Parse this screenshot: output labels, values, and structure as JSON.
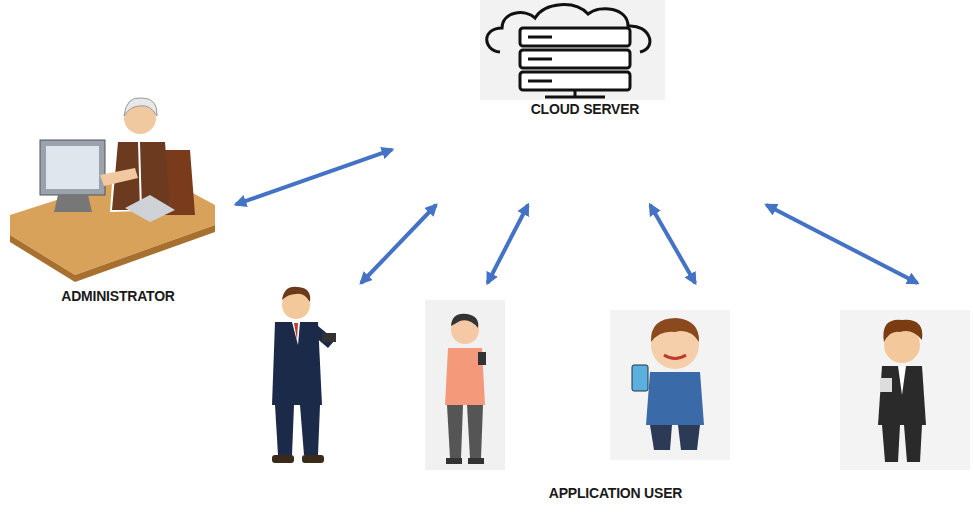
{
  "diagram": {
    "nodes": [
      {
        "text": [
          "CLOUD SERVER"
        ]
      },
      {
        "text": [
          "ADMINISTRATOR"
        ]
      },
      {
        "text": [
          "APPLICATION USER"
        ]
      }
    ],
    "edges": [
      {
        "from": 0,
        "to": 1,
        "arrow": "both"
      },
      {
        "from": 0,
        "to": 2,
        "arrow": "both"
      },
      {
        "from": 0,
        "to": 2,
        "arrow": "both"
      },
      {
        "from": 0,
        "to": 2,
        "arrow": "both"
      },
      {
        "from": 0,
        "to": 2,
        "arrow": "both"
      }
    ]
  }
}
